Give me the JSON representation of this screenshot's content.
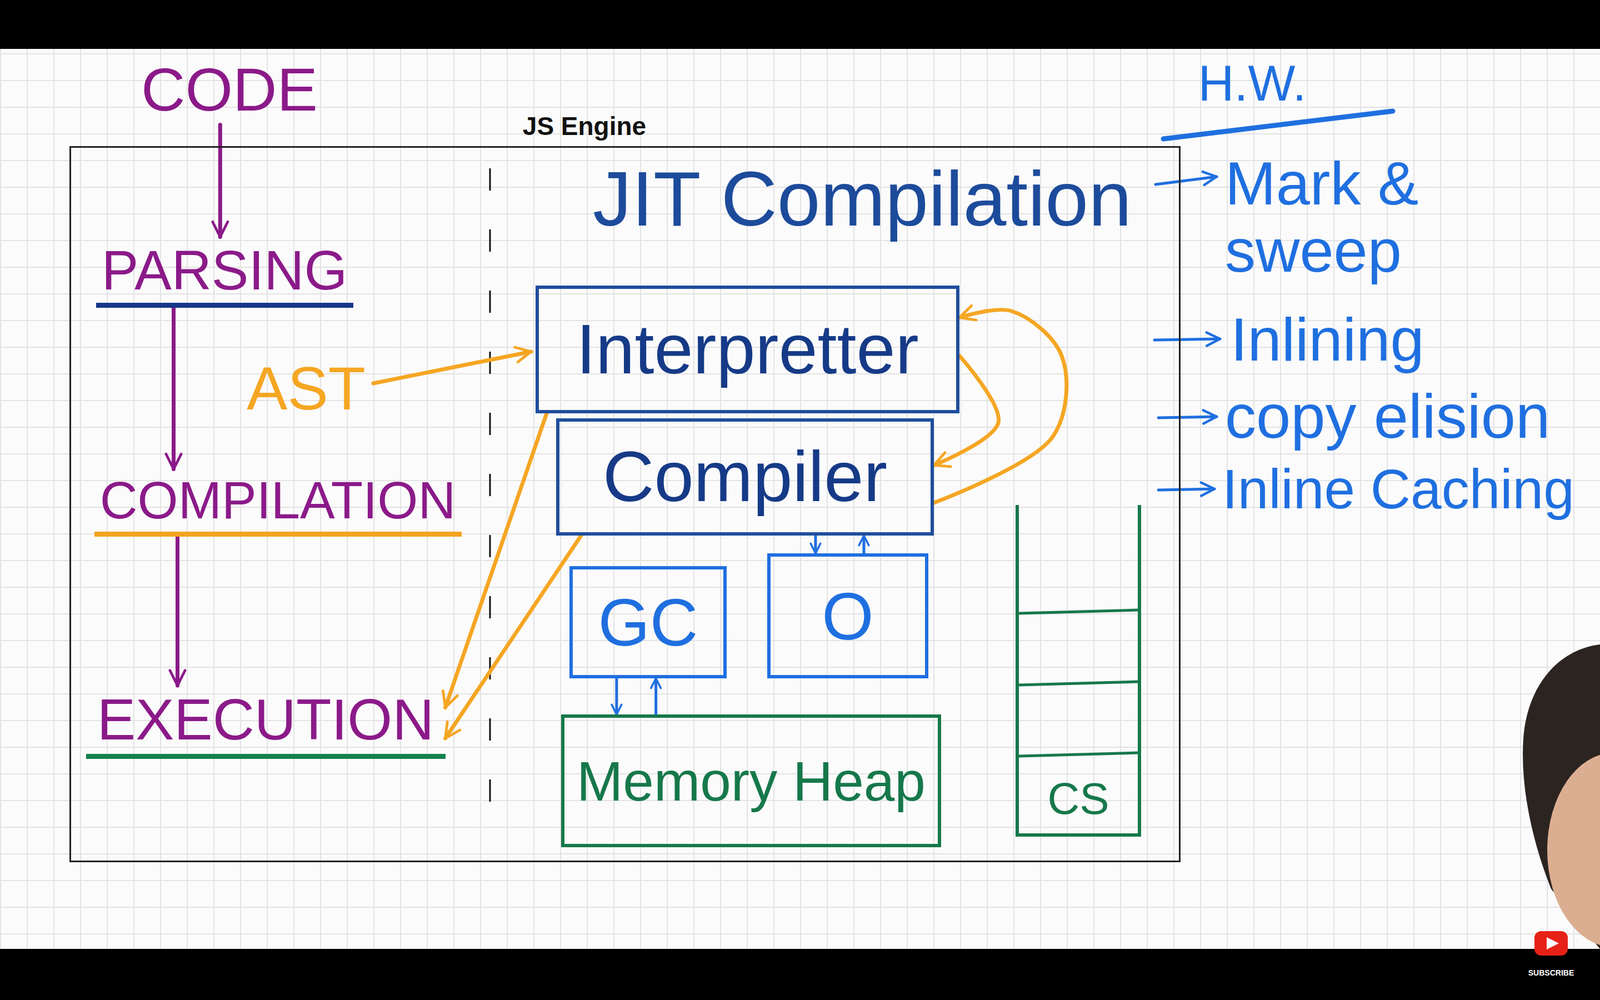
{
  "diagram": {
    "nodes": [
      {
        "text": [
          "CODE"
        ]
      },
      {
        "text": [
          "JS Engine"
        ]
      },
      {
        "text": [
          "PARSING"
        ],
        "in": 1
      },
      {
        "text": [
          "COMPILATION"
        ],
        "in": 1
      },
      {
        "text": [
          "EXECUTION"
        ],
        "in": 1
      },
      {
        "text": [
          "Interpretter"
        ],
        "in": 1
      },
      {
        "text": [
          "Compiler"
        ],
        "in": 1
      },
      {
        "text": [
          "GC"
        ],
        "in": 1
      },
      {
        "text": [
          "O"
        ],
        "in": 1
      },
      {
        "text": [
          "Memory Heap"
        ],
        "in": 1
      },
      {
        "text": [
          "CS"
        ],
        "in": 1
      }
    ],
    "edges": [
      {
        "from": 0,
        "to": 2,
        "arrow": "to"
      },
      {
        "from": 2,
        "to": 3,
        "arrow": "to"
      },
      {
        "from": 3,
        "to": 4,
        "arrow": "to"
      },
      {
        "from": 5,
        "to": 6,
        "arrow": "to"
      },
      {
        "from": 6,
        "to": 5,
        "arrow": "to"
      },
      {
        "from": 5,
        "to": 4,
        "arrow": "to"
      },
      {
        "from": 6,
        "to": 4,
        "arrow": "to"
      },
      {
        "from": 6,
        "to": 8,
        "arrow": "to"
      },
      {
        "from": 8,
        "to": 6,
        "arrow": "to"
      },
      {
        "from": 7,
        "to": 9,
        "arrow": "to"
      },
      {
        "from": 9,
        "to": 7,
        "arrow": "to"
      }
    ],
    "labels": [
      "AST",
      "JIT Compilation",
      "H.W.",
      "Mark & sweep",
      "Inlining",
      "copy elision",
      "Inline Caching",
      "SUBSCRIBE"
    ]
  }
}
